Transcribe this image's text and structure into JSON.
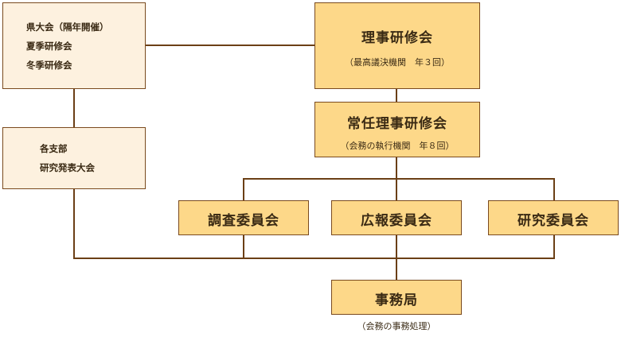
{
  "left_events": {
    "items": [
      "県大会（隔年開催）",
      "夏季研修会",
      "冬季研修会"
    ]
  },
  "branch_box": {
    "items": [
      "各支部",
      "研究発表大会"
    ]
  },
  "board": {
    "title": "理事研修会",
    "note": "（最高議決機関　年３回）"
  },
  "standing_board": {
    "title": "常任理事研修会",
    "note": "（会務の執行機関　年８回）"
  },
  "committees": {
    "survey": "調査委員会",
    "pr": "広報委員会",
    "research": "研究委員会"
  },
  "secretariat": {
    "title": "事務局",
    "note": "（会務の事務処理）"
  },
  "colors": {
    "highlight_fill": "#fdd889",
    "plain_fill": "#fdf1df",
    "border": "#7a4a1e",
    "connector": "#6b3f16"
  }
}
